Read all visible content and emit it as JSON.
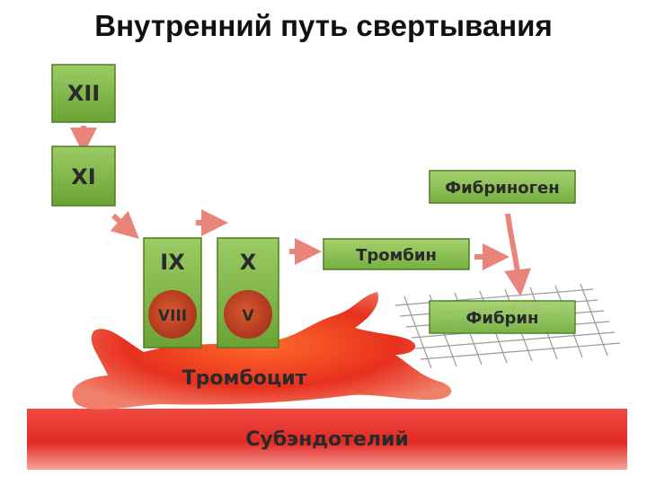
{
  "title": "Внутренний путь свертывания",
  "factors": {
    "f12": "XII",
    "f11": "XI",
    "f9": "IX",
    "f10": "X",
    "f8": "VIII",
    "f5": "V"
  },
  "boxes": {
    "thrombin": "Тромбин",
    "fibrinogen": "Фибриноген",
    "fibrin": "Фибрин"
  },
  "layers": {
    "platelet": "Тромбоцит",
    "subendothelium": "Субэндотелий"
  },
  "colors": {
    "factor_green": "#7cb342",
    "factor_border": "#4e7d24",
    "arrow": "#e8847a",
    "platelet_red": "#e53020",
    "subendo_red": "#e0282a",
    "orb": "#c8402a"
  }
}
